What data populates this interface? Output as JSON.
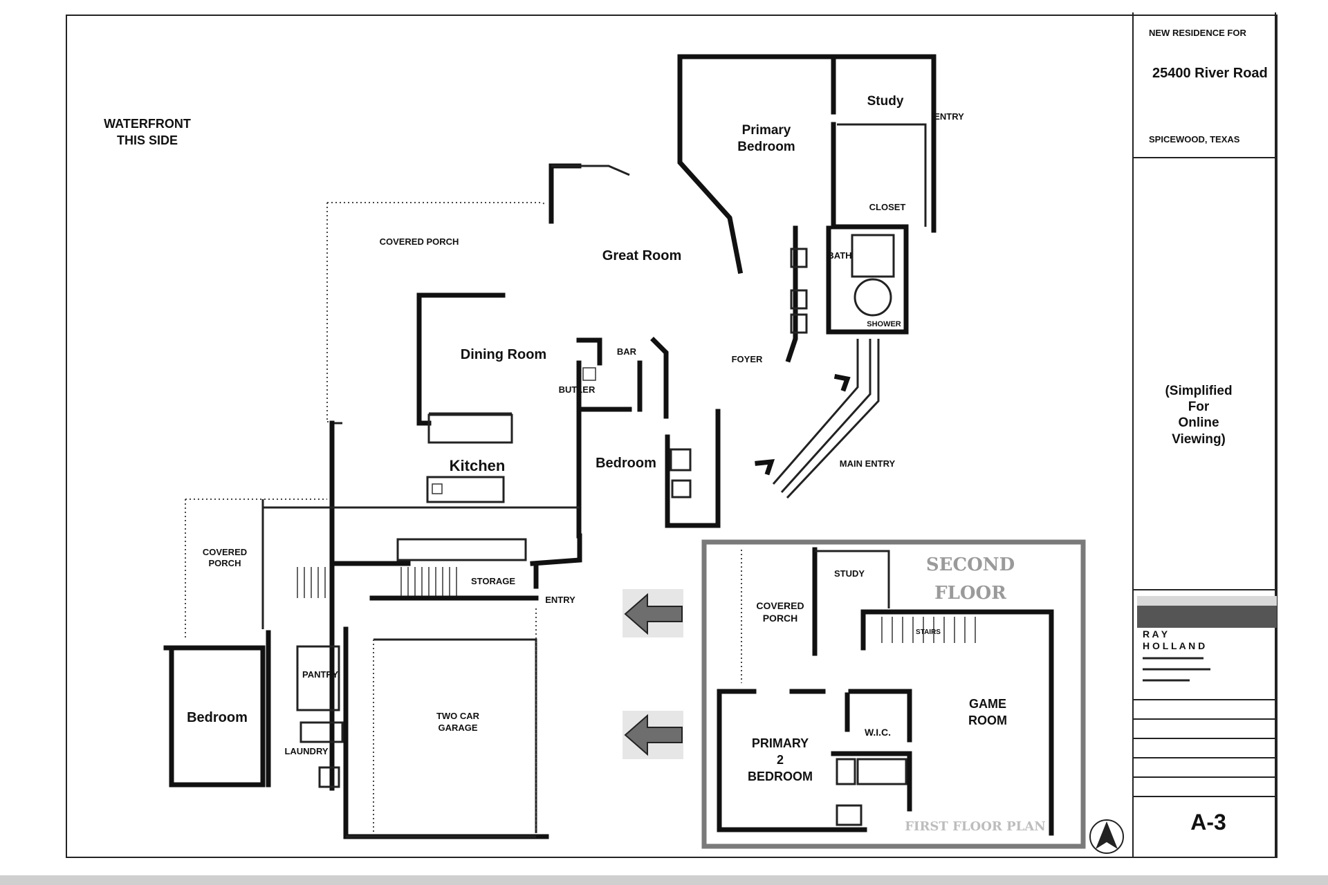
{
  "title_block": {
    "new_residence_for": "NEW RESIDENCE FOR",
    "address": "25400 River Road",
    "city": "SPICEWOOD, TEXAS",
    "note": [
      "(Simplified",
      "For",
      "Online",
      "Viewing)"
    ],
    "firm_line1": "R A Y",
    "firm_line2": "H O L L A N D",
    "sheet": "A-3"
  },
  "waterfront": [
    "WATERFRONT",
    "THIS SIDE"
  ],
  "first_floor": {
    "study": "Study",
    "entry_top": "ENTRY",
    "primary_bedroom": [
      "Primary",
      "Bedroom"
    ],
    "closet": "CLOSET",
    "bath": "BATH",
    "shower": "SHOWER",
    "covered_porch": "COVERED PORCH",
    "great_room": "Great Room",
    "dining_room": "Dining Room",
    "bar": "BAR",
    "butler": "BUTLER",
    "foyer": "FOYER",
    "kitchen": "Kitchen",
    "bedroom_center": "Bedroom",
    "main_entry": "MAIN ENTRY",
    "covered_porch_left": [
      "COVERED",
      "PORCH"
    ],
    "storage": "STORAGE",
    "entry_side": "ENTRY",
    "pantry": "PANTRY",
    "bedroom_left": "Bedroom",
    "laundry": "LAUNDRY",
    "garage": [
      "TWO CAR",
      "GARAGE"
    ],
    "plan_title": "FIRST FLOOR PLAN"
  },
  "second_floor": {
    "title": [
      "SECOND",
      "FLOOR"
    ],
    "study": "STUDY",
    "covered_porch": [
      "COVERED",
      "PORCH"
    ],
    "stairs": "STAIRS",
    "game_room": [
      "GAME",
      "ROOM"
    ],
    "wic": "W.I.C.",
    "primary2": [
      "PRIMARY",
      "2",
      "BEDROOM"
    ]
  }
}
